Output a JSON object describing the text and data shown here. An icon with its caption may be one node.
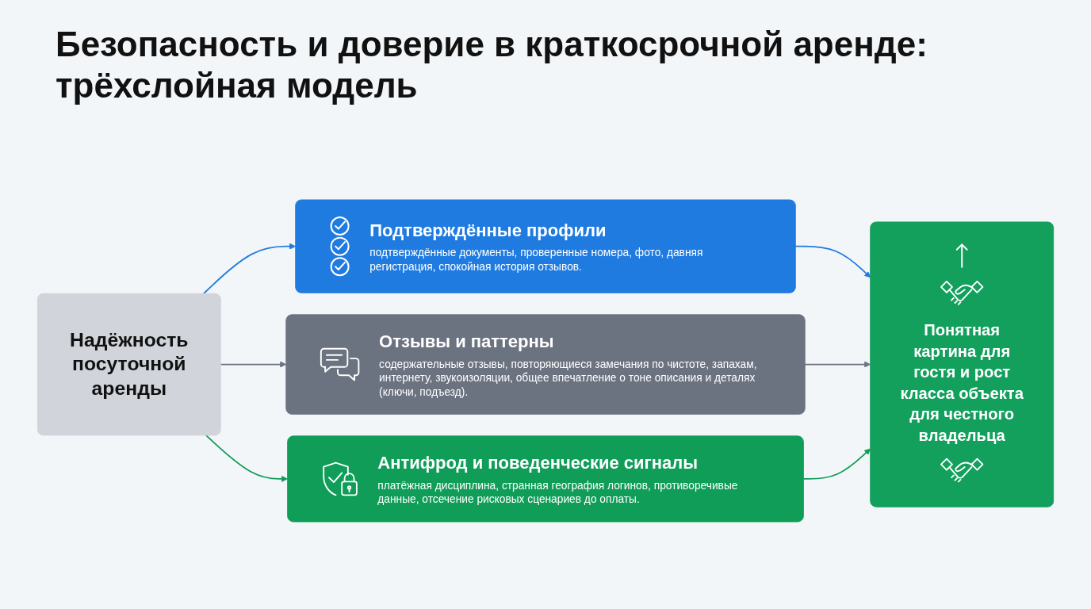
{
  "diagram": {
    "title": "Безопасность и доверие в краткосрочной аренде: трёхслойная модель",
    "nodes": [
      {
        "text": [
          "Надёжность посуточной аренды"
        ]
      },
      {
        "text": [
          "Подтверждённые профили",
          "подтверждённые документы, проверенные номера, фото, давняя регистрация, спокойная история отзывов."
        ]
      },
      {
        "text": [
          "Отзывы и паттерны",
          "содержательные отзывы, повторяющиеся замечания по чистоте, запахам, интернету, звукоизоляции, общее впечатление о тоне описания и деталях (ключи, подъезд)."
        ]
      },
      {
        "text": [
          "Антифрод и поведенческие сигналы",
          "платёжная дисциплина, странная география логинов, противоречивые данные, отсечение рисковых сценариев до оплаты."
        ]
      },
      {
        "text": [
          "Понятная картина для гостя и рост класса объекта для честного владельца"
        ]
      }
    ],
    "edges": [
      {
        "from": 0,
        "to": 1,
        "arrow": "to",
        "color": "#1f7be0"
      },
      {
        "from": 0,
        "to": 2,
        "arrow": "to",
        "color": "#6b7280"
      },
      {
        "from": 0,
        "to": 3,
        "arrow": "to",
        "color": "#0f9d58"
      },
      {
        "from": 1,
        "to": 4,
        "arrow": "to",
        "color": "#1f7be0"
      },
      {
        "from": 2,
        "to": 4,
        "arrow": "to",
        "color": "#6b7280"
      },
      {
        "from": 3,
        "to": 4,
        "arrow": "to",
        "color": "#0f9d58"
      }
    ]
  }
}
